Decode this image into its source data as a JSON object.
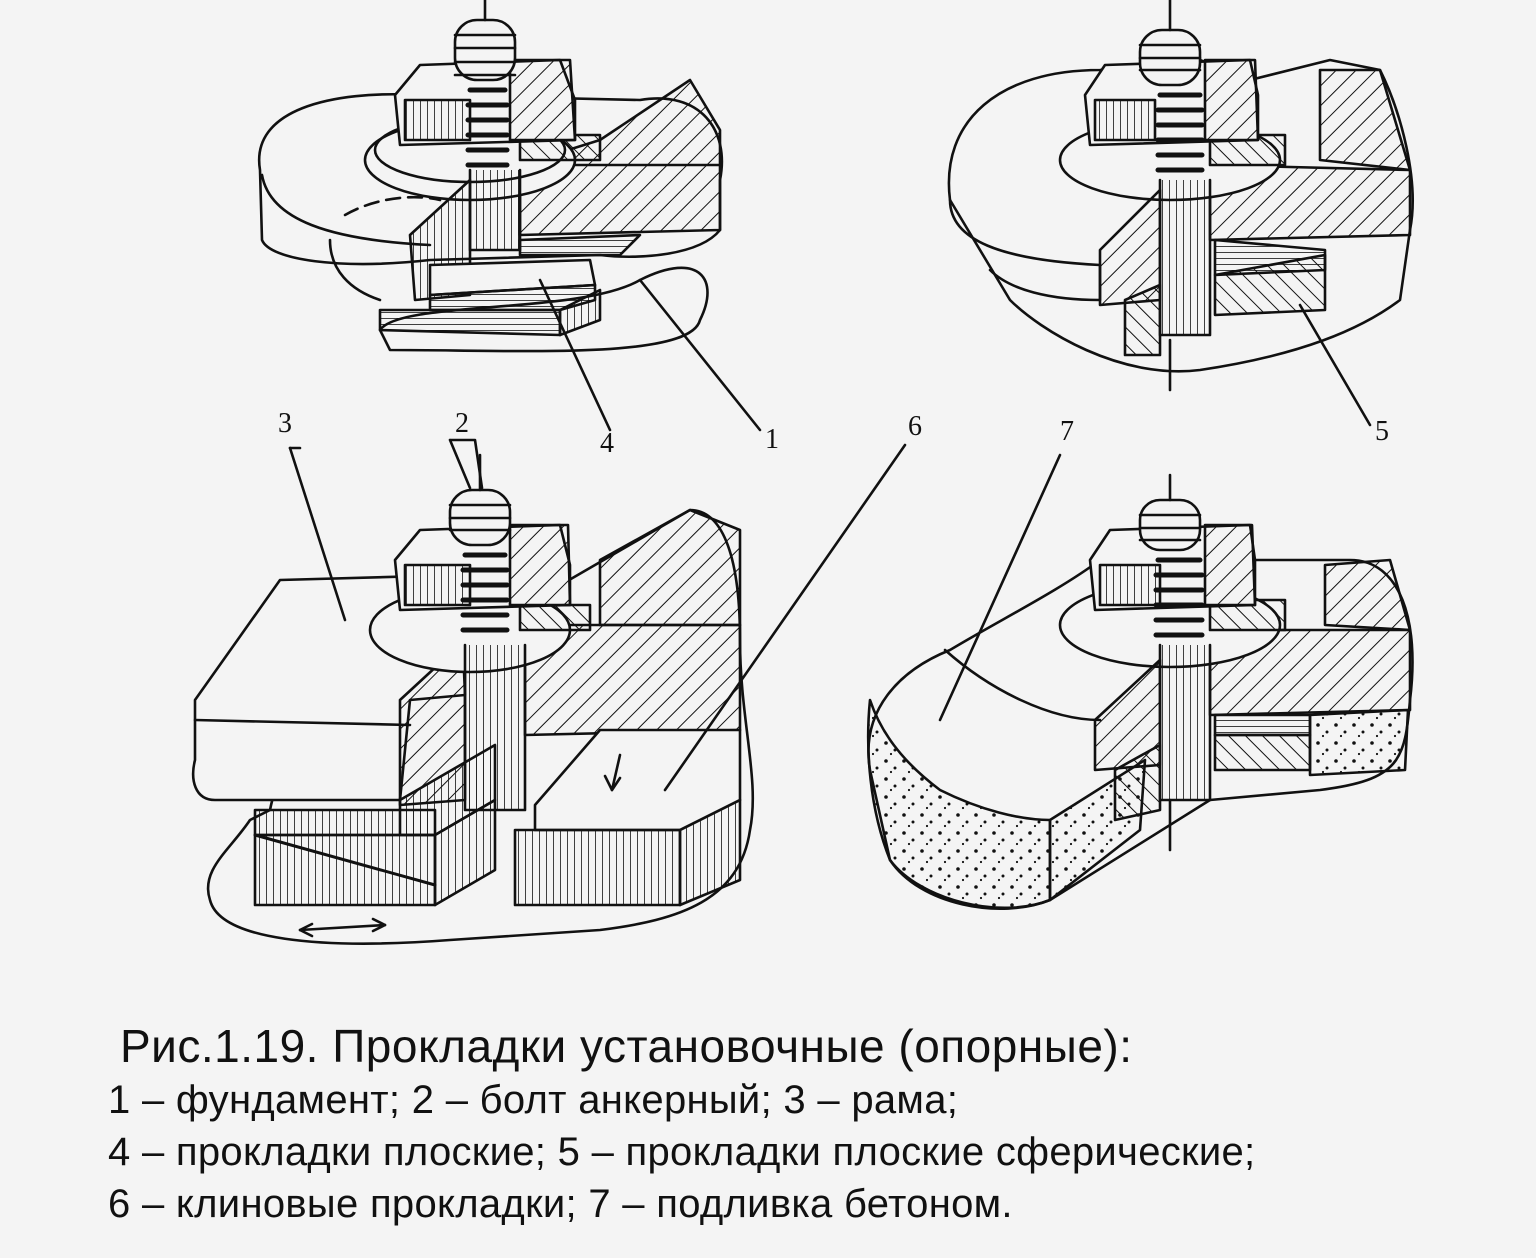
{
  "labels": {
    "l1": "1",
    "l2": "2",
    "l3": "3",
    "l4": "4",
    "l5": "5",
    "l6": "6",
    "l7": "7"
  },
  "caption": {
    "title": "Рис.1.19.   Прокладки установочные (опорные):",
    "lines": [
      "1 – фундамент;  2 – болт анкерный;  3 – рама;",
      "4 – прокладки плоские;  5 – прокладки плоские сферические;",
      "6 – клиновые прокладки;  7 – подливка бетоном."
    ]
  }
}
